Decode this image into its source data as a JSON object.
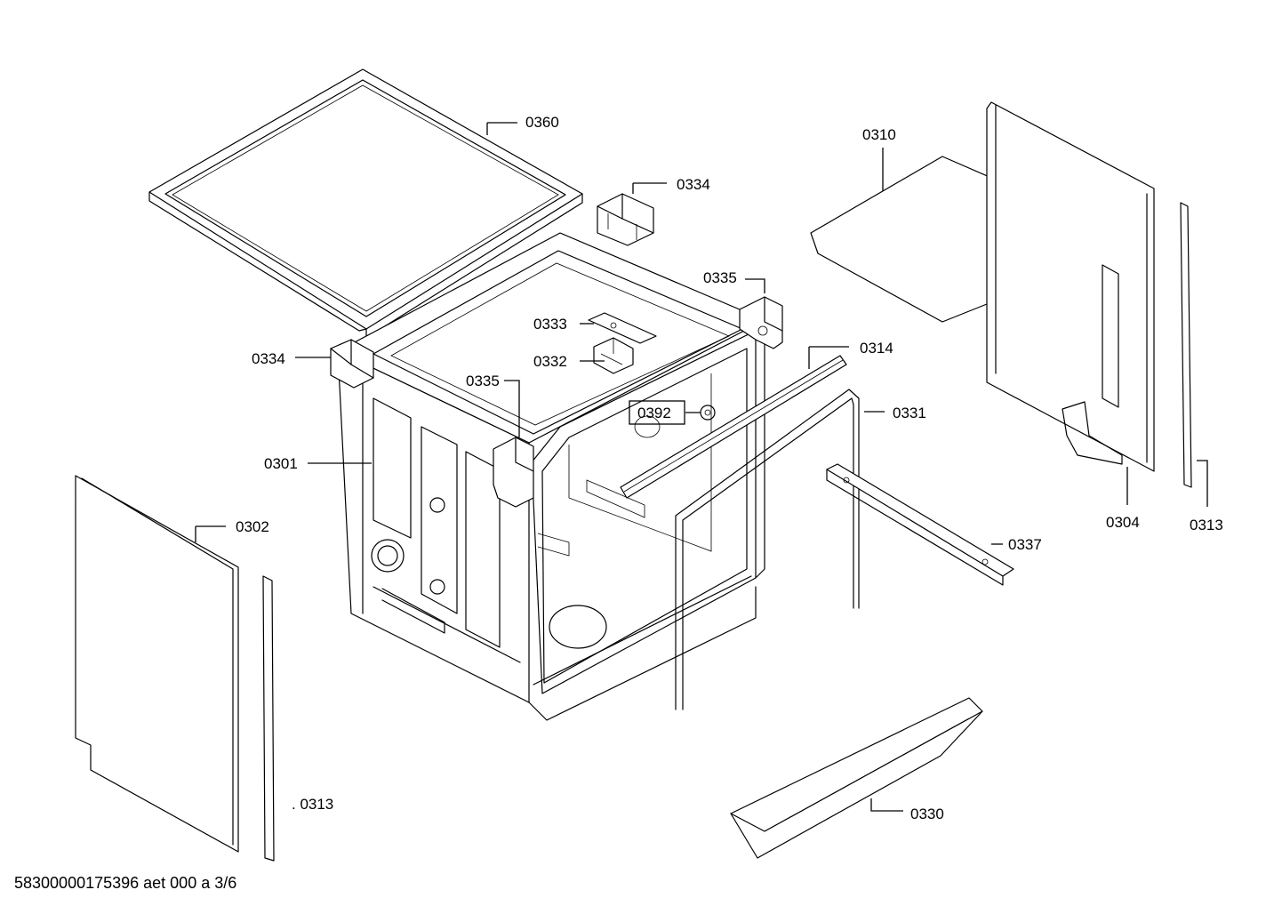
{
  "footer": {
    "drawing_id": "58300000175396 aet 000 a 3/6"
  },
  "callouts": {
    "c0360": "0360",
    "c0334_top": "0334",
    "c0310": "0310",
    "c0335_right": "0335",
    "c0333": "0333",
    "c0332": "0332",
    "c0334_left": "0334",
    "c0314": "0314",
    "c0335_mid": "0335",
    "c0392": "0392",
    "c0331": "0331",
    "c0301": "0301",
    "c0302": "0302",
    "c0337": "0337",
    "c0304": "0304",
    "c0313_right": "0313",
    "c0313_left": ". 0313",
    "c0330": "0330"
  }
}
